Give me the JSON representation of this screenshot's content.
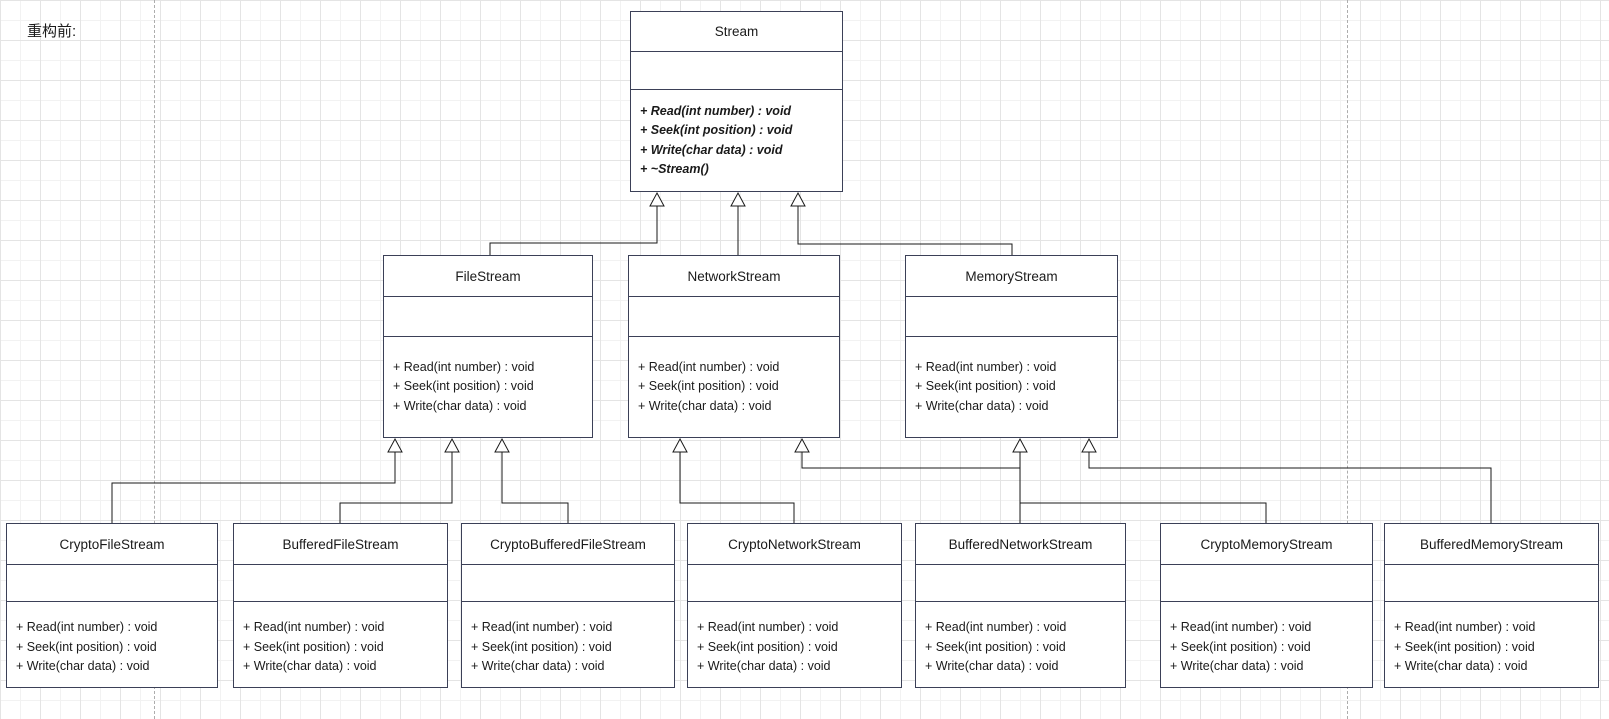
{
  "annotation": {
    "label": "重构前:"
  },
  "diagram": {
    "kind": "uml-class-diagram",
    "relationship_type": "generalization (hollow-triangle inheritance arrows)"
  },
  "classes": {
    "stream": {
      "name": "Stream",
      "abstract": true,
      "attributes": [],
      "methods": [
        "+ Read(int number) : void",
        "+ Seek(int position) : void",
        "+ Write(char data) : void",
        "+ ~Stream()"
      ]
    },
    "fileStream": {
      "name": "FileStream",
      "attributes": [],
      "methods": [
        "+ Read(int number) : void",
        "+ Seek(int position) : void",
        "+ Write(char data) : void"
      ]
    },
    "networkStream": {
      "name": "NetworkStream",
      "attributes": [],
      "methods": [
        "+ Read(int number) : void",
        "+ Seek(int position) : void",
        "+ Write(char data) : void"
      ]
    },
    "memoryStream": {
      "name": "MemoryStream",
      "attributes": [],
      "methods": [
        "+ Read(int number) : void",
        "+ Seek(int position) : void",
        "+ Write(char data) : void"
      ]
    },
    "cryptoFileStream": {
      "name": "CryptoFileStream",
      "attributes": [],
      "methods": [
        "+ Read(int number) : void",
        "+ Seek(int position) : void",
        "+ Write(char data) : void"
      ]
    },
    "bufferedFileStream": {
      "name": "BufferedFileStream",
      "attributes": [],
      "methods": [
        "+ Read(int number) : void",
        "+ Seek(int position) : void",
        "+ Write(char data) : void"
      ]
    },
    "cryptoBufferedFileStream": {
      "name": "CryptoBufferedFileStream",
      "attributes": [],
      "methods": [
        "+ Read(int number) : void",
        "+ Seek(int position) : void",
        "+ Write(char data) : void"
      ]
    },
    "cryptoNetworkStream": {
      "name": "CryptoNetworkStream",
      "attributes": [],
      "methods": [
        "+ Read(int number) : void",
        "+ Seek(int position) : void",
        "+ Write(char data) : void"
      ]
    },
    "bufferedNetworkStream": {
      "name": "BufferedNetworkStream",
      "attributes": [],
      "methods": [
        "+ Read(int number) : void",
        "+ Seek(int position) : void",
        "+ Write(char data) : void"
      ]
    },
    "cryptoMemoryStream": {
      "name": "CryptoMemoryStream",
      "attributes": [],
      "methods": [
        "+ Read(int number) : void",
        "+ Seek(int position) : void",
        "+ Write(char data) : void"
      ]
    },
    "bufferedMemoryStream": {
      "name": "BufferedMemoryStream",
      "attributes": [],
      "methods": [
        "+ Read(int number) : void",
        "+ Seek(int position) : void",
        "+ Write(char data) : void"
      ]
    }
  },
  "relationships": [
    {
      "child": "FileStream",
      "parent": "Stream",
      "type": "generalization"
    },
    {
      "child": "NetworkStream",
      "parent": "Stream",
      "type": "generalization"
    },
    {
      "child": "MemoryStream",
      "parent": "Stream",
      "type": "generalization"
    },
    {
      "child": "CryptoFileStream",
      "parent": "FileStream",
      "type": "generalization"
    },
    {
      "child": "BufferedFileStream",
      "parent": "FileStream",
      "type": "generalization"
    },
    {
      "child": "CryptoBufferedFileStream",
      "parent": "FileStream",
      "type": "generalization"
    },
    {
      "child": "CryptoNetworkStream",
      "parent": "NetworkStream",
      "type": "generalization"
    },
    {
      "child": "BufferedNetworkStream",
      "parent": "NetworkStream",
      "type": "generalization"
    },
    {
      "child": "CryptoMemoryStream",
      "parent": "MemoryStream",
      "type": "generalization"
    },
    {
      "child": "BufferedMemoryStream",
      "parent": "MemoryStream",
      "type": "generalization"
    }
  ],
  "colors": {
    "background": "#ffffff",
    "box_fill": "#ffffff",
    "box_border": "#3b4057",
    "text": "#1a1a1a",
    "connector": "#191919",
    "grid_minor": "#f2f2f2",
    "grid_major": "#e4e4e4",
    "page_boundary_dash": "#adadad"
  }
}
